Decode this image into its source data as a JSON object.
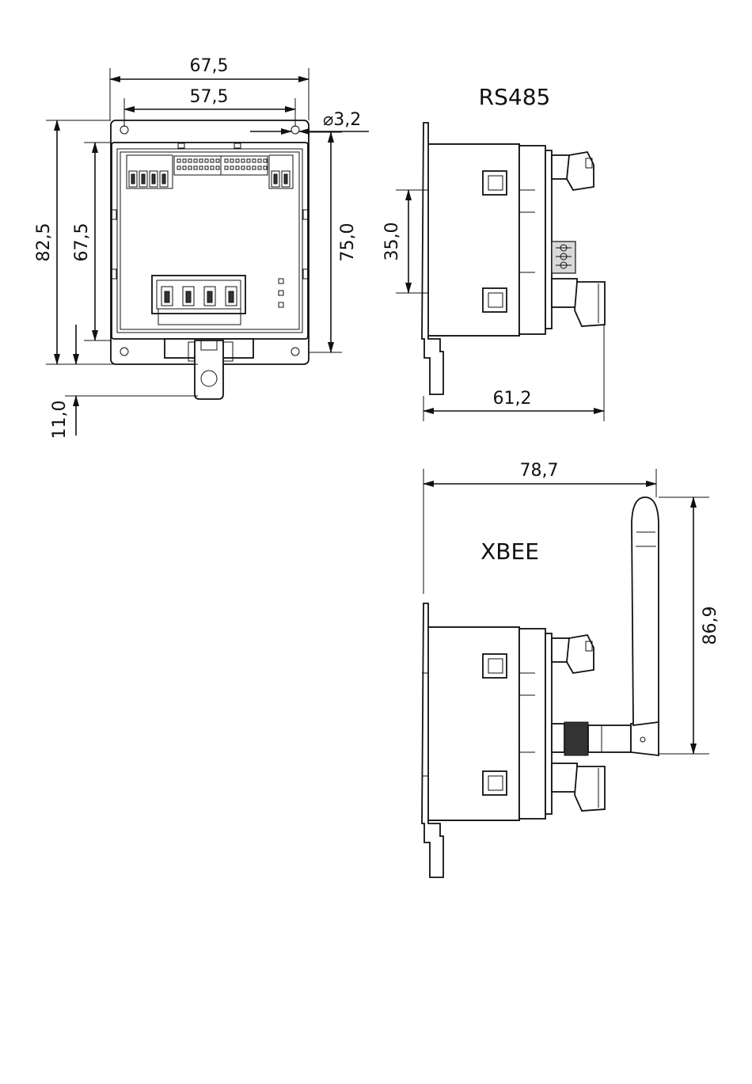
{
  "front_view": {
    "dimensions": {
      "overall_width": "67,5",
      "hole_spacing_width": "57,5",
      "hole_diameter": "⌀3,2",
      "overall_height": "82,5",
      "hole_spacing_height": "67,5",
      "inner_height": "75,0",
      "tab_height": "11,0"
    }
  },
  "rs485_view": {
    "title": "RS485",
    "dimensions": {
      "rail_height": "35,0",
      "depth": "61,2"
    }
  },
  "xbee_view": {
    "title": "XBEE",
    "dimensions": {
      "depth": "78,7",
      "antenna_height": "86,9"
    }
  }
}
